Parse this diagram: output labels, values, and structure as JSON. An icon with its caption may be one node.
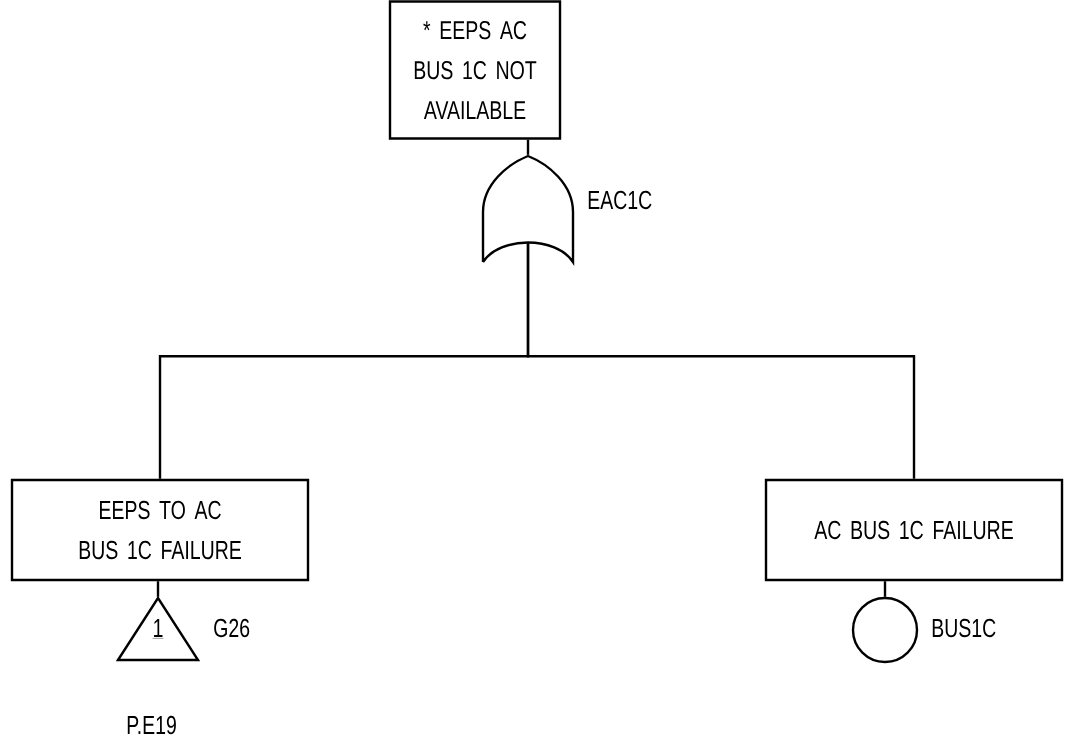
{
  "diagram": {
    "nodes": [
      {
        "text": [
          "* EEPS AC BUS 1C NOT AVAILABLE"
        ]
      },
      {
        "text": [],
        "shape": "gate",
        "beside": [
          "EAC1C"
        ]
      },
      {
        "text": [
          "EEPS TO AC BUS 1C FAILURE"
        ]
      },
      {
        "text": [
          "AC BUS 1C FAILURE"
        ]
      },
      {
        "text": [
          "1"
        ],
        "beside": [
          "G26",
          "P.E19"
        ]
      },
      {
        "text": [],
        "shape": "circle",
        "beside": [
          "BUS1C"
        ]
      }
    ],
    "edges": [
      {
        "from": 0,
        "to": 1,
        "arrow": "none"
      },
      {
        "from": 1,
        "to": 2,
        "arrow": "none"
      },
      {
        "from": 1,
        "to": 3,
        "arrow": "none"
      },
      {
        "from": 2,
        "to": 4,
        "arrow": "none"
      },
      {
        "from": 3,
        "to": 5,
        "arrow": "none"
      }
    ]
  }
}
